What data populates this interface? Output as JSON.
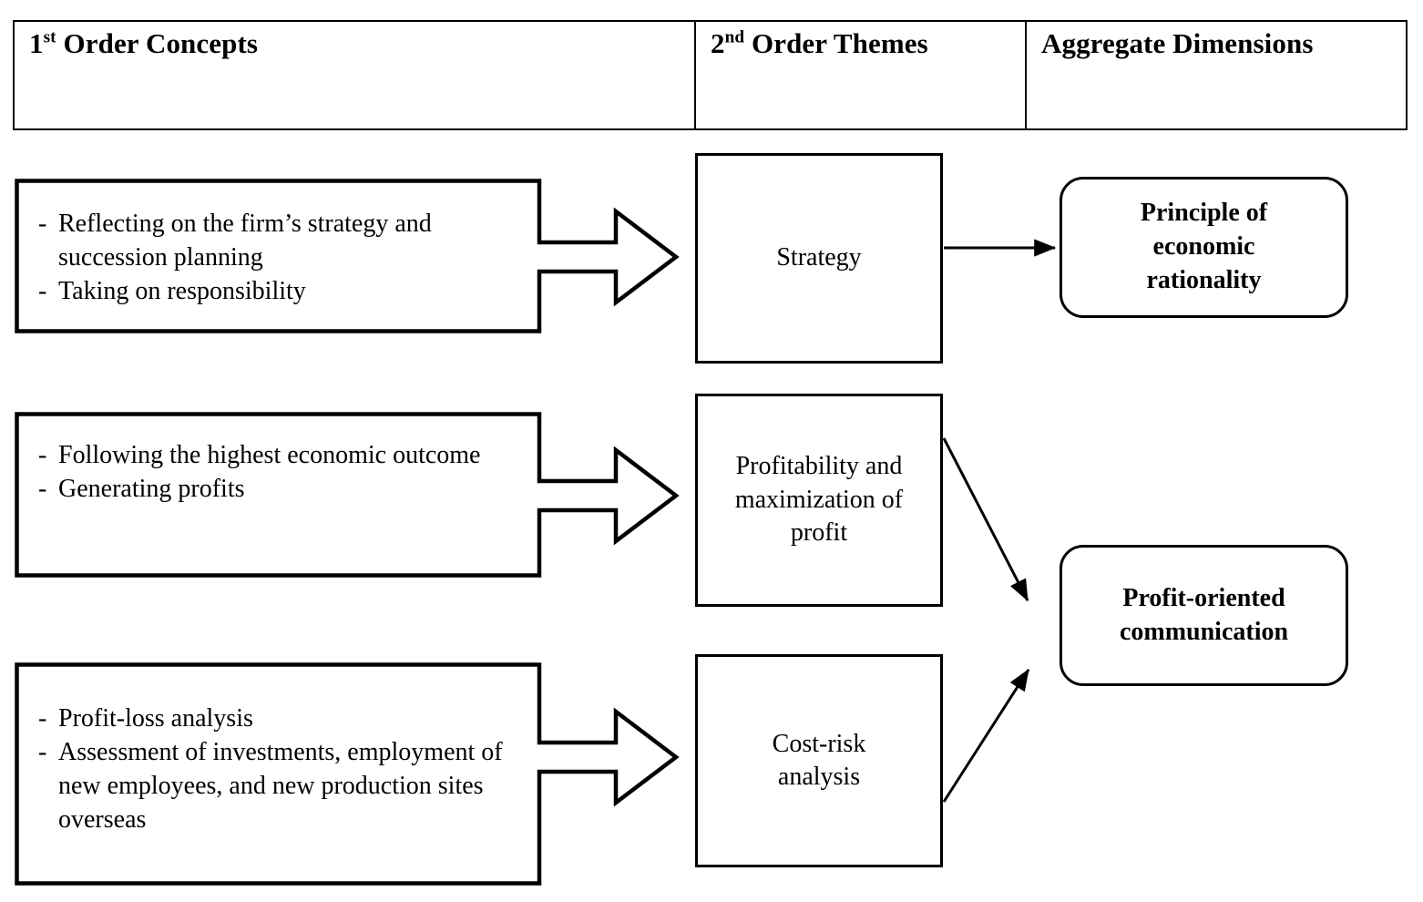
{
  "diagram": {
    "title": "Data structure: first order concepts, second order themes, aggregate dimensions",
    "line_color": "#000000",
    "background": "#ffffff"
  },
  "header": {
    "columns": [
      {
        "name": "first-order-concepts",
        "prefix": "1",
        "sup": "st",
        "rest": " Order Concepts"
      },
      {
        "name": "second-order-themes",
        "prefix": "2",
        "sup": "nd",
        "rest": " Order Themes"
      },
      {
        "name": "aggregate-dimensions",
        "prefix": "",
        "sup": "",
        "rest": "Aggregate Dimensions"
      }
    ]
  },
  "first_order_concepts": [
    {
      "id": "concept-strategy",
      "bullets": [
        {
          "dash": "-",
          "text": "Reflecting on the firm’s strategy and succession planning"
        },
        {
          "dash": "-",
          "text": "Taking on responsibility"
        }
      ]
    },
    {
      "id": "concept-profitability",
      "bullets": [
        {
          "dash": "-",
          "text": "Following the highest economic outcome"
        },
        {
          "dash": "-",
          "text": "Generating profits"
        }
      ]
    },
    {
      "id": "concept-cost-risk",
      "bullets": [
        {
          "dash": "-",
          "text": "Profit-loss analysis"
        },
        {
          "dash": "-",
          "text": "Assessment of investments, employment of new employees, and new production sites overseas"
        }
      ]
    }
  ],
  "second_order_themes": [
    {
      "id": "theme-strategy",
      "label": "Strategy"
    },
    {
      "id": "theme-profitability",
      "label": "Profitability and maximization of profit"
    },
    {
      "id": "theme-cost-risk",
      "label": "Cost-risk analysis"
    }
  ],
  "aggregate_dimensions": [
    {
      "id": "aggregate-economic-rationality",
      "label": "Principle of economic rationality"
    },
    {
      "id": "aggregate-profit-oriented-communication",
      "label": "Profit-oriented communication"
    }
  ],
  "connectors": [
    {
      "id": "strategy-to-economic-rationality",
      "from": "theme-strategy",
      "to": "aggregate-economic-rationality",
      "style": "straight-horizontal"
    },
    {
      "id": "profitability-to-profit-oriented",
      "from": "theme-profitability",
      "to": "aggregate-profit-oriented-communication",
      "style": "diagonal-down"
    },
    {
      "id": "cost-risk-to-profit-oriented",
      "from": "theme-cost-risk",
      "to": "aggregate-profit-oriented-communication",
      "style": "diagonal-up"
    }
  ],
  "block_arrows": [
    {
      "id": "block-arrow-1",
      "from": "concept-strategy",
      "to": "theme-strategy"
    },
    {
      "id": "block-arrow-2",
      "from": "concept-profitability",
      "to": "theme-profitability"
    },
    {
      "id": "block-arrow-3",
      "from": "concept-cost-risk",
      "to": "theme-cost-risk"
    }
  ]
}
